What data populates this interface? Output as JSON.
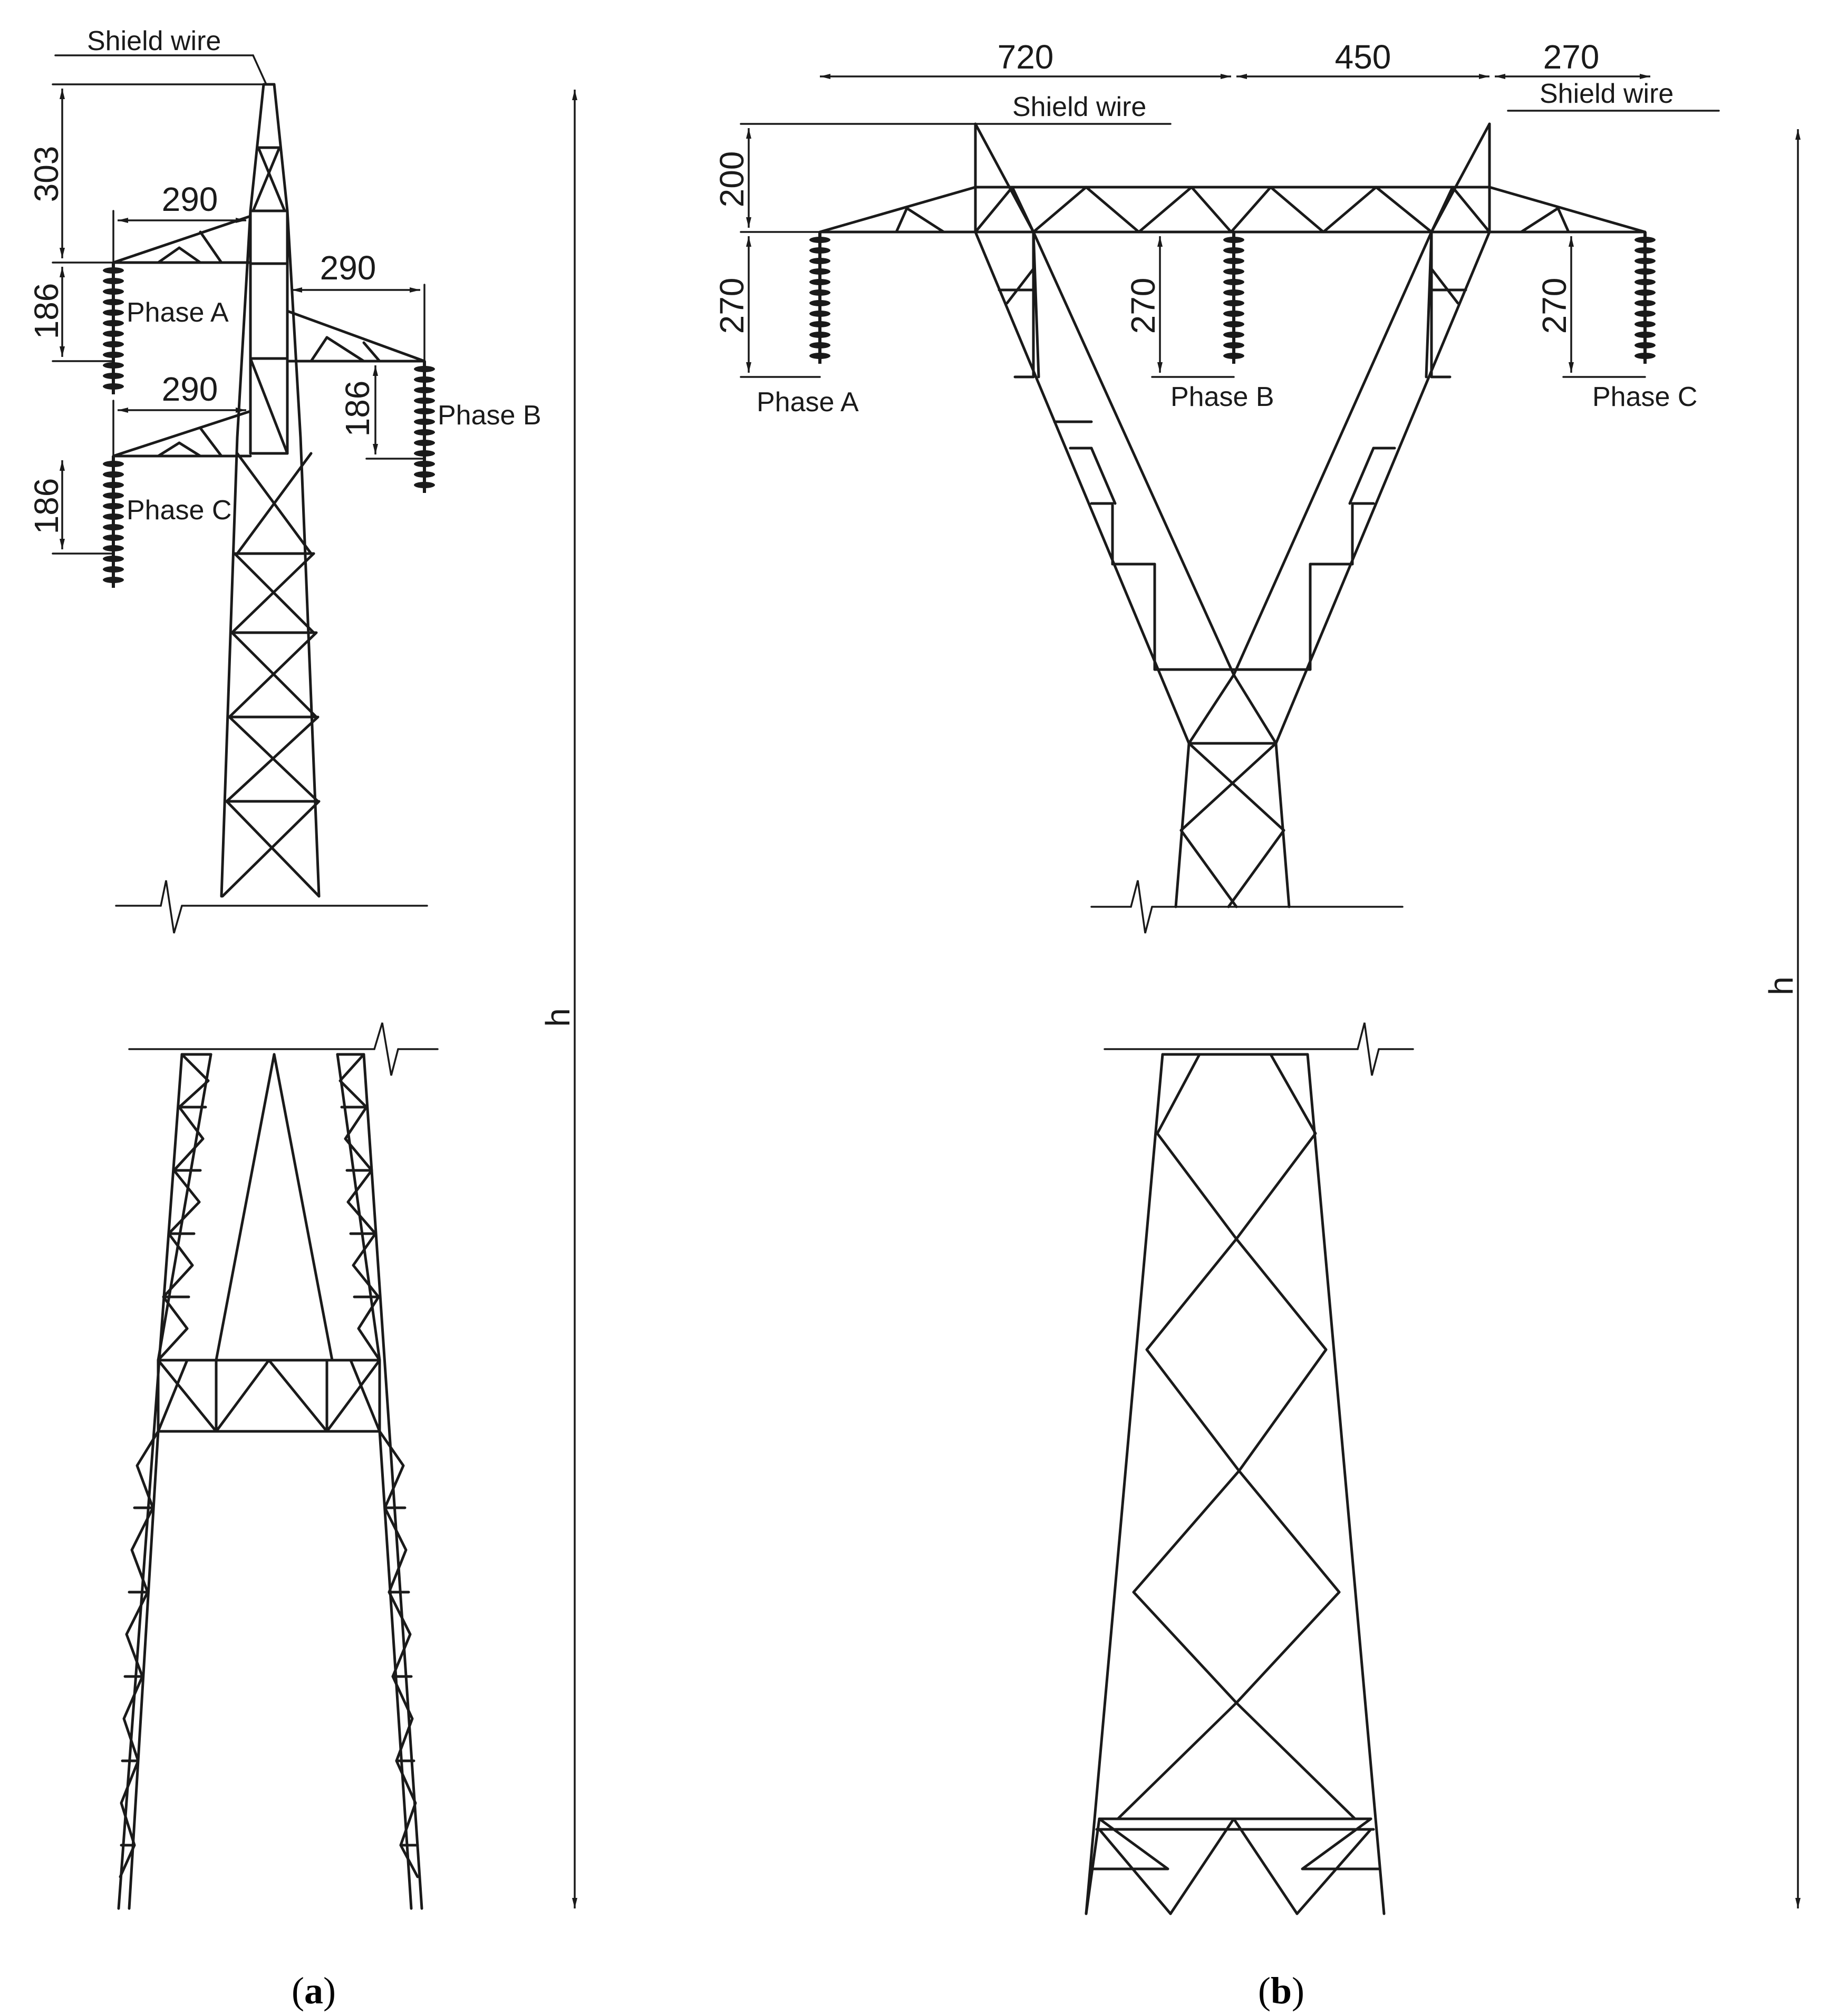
{
  "tower_a": {
    "shield_wire_label": "Shield wire",
    "phase_a": "Phase A",
    "phase_b": "Phase B",
    "phase_c": "Phase C",
    "dim_303": "303",
    "dim_290_top": "290",
    "dim_290_right": "290",
    "dim_290_lower": "290",
    "dim_186_a": "186",
    "dim_186_b": "186",
    "dim_186_c": "186",
    "height_label": "h",
    "caption_open": "(",
    "caption_letter": "a",
    "caption_close": ")"
  },
  "tower_b": {
    "shield_wire_left": "Shield wire",
    "shield_wire_right": "Shield wire",
    "phase_a": "Phase A",
    "phase_b": "Phase B",
    "phase_c": "Phase C",
    "dim_720": "720",
    "dim_450": "450",
    "dim_270_top": "270",
    "dim_200": "200",
    "dim_270_a": "270",
    "dim_270_b": "270",
    "dim_270_c": "270",
    "height_label": "h",
    "caption_open": "(",
    "caption_letter": "b",
    "caption_close": ")"
  }
}
